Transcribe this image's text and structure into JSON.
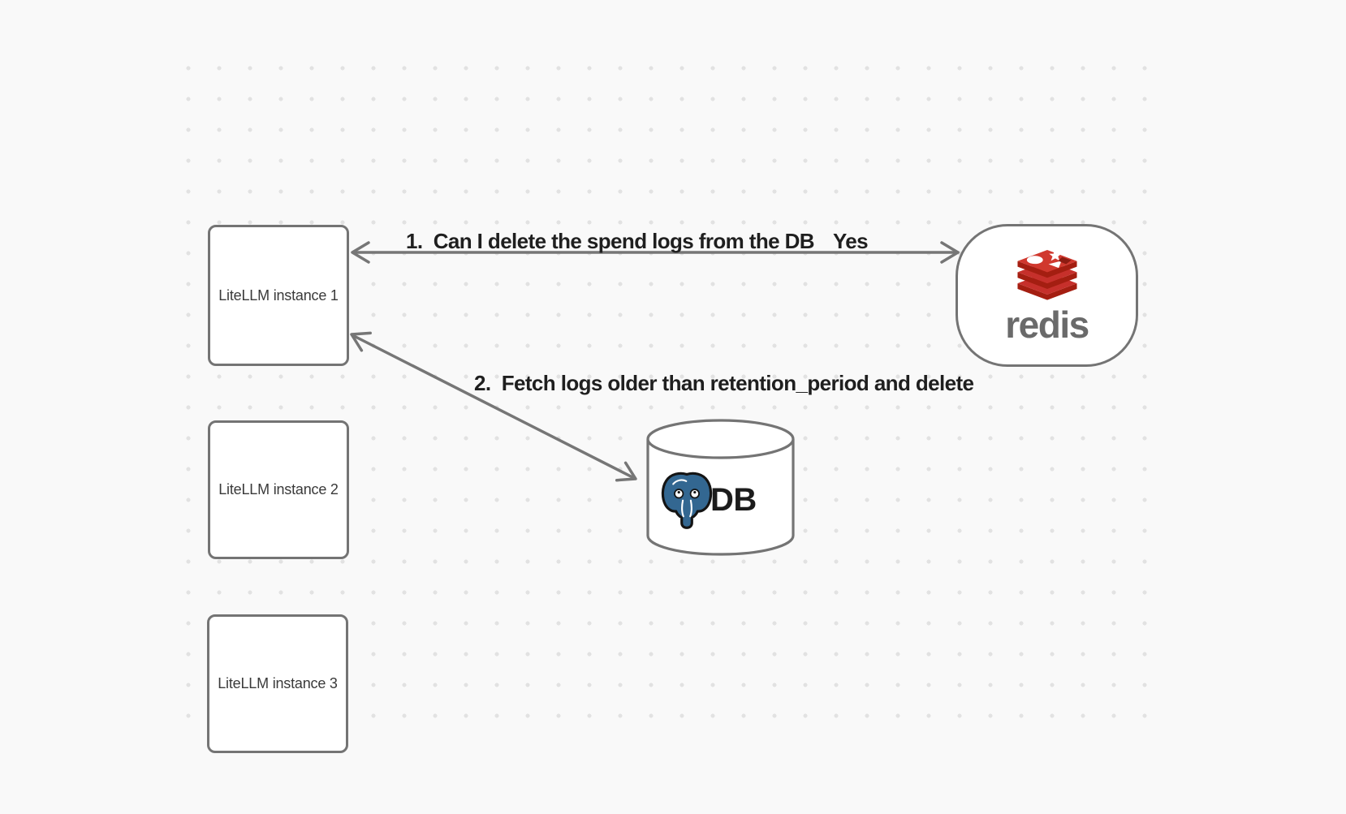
{
  "nodes": {
    "litellm1": {
      "label": "LiteLLM instance 1"
    },
    "litellm2": {
      "label": "LiteLLM instance 2"
    },
    "litellm3": {
      "label": "LiteLLM instance 3"
    },
    "redis": {
      "wordmark": "redis"
    },
    "db": {
      "label": "DB"
    }
  },
  "edges": {
    "query": {
      "label": "1.  Can I delete the spend logs from the DB",
      "answer": "Yes"
    },
    "fetch": {
      "label": "2.  Fetch logs older than retention_period and delete"
    }
  },
  "colors": {
    "background": "#f9f9f9",
    "grid_dot": "#e2e2e2",
    "shape_stroke": "#747474",
    "label_text": "#1f1f1f",
    "node_text": "#3a3a3a",
    "redis_red": "#c6302b",
    "redis_red_dark": "#a41e11",
    "redis_wordmark_gray": "#6a6a6a",
    "postgres_blue": "#336791"
  }
}
